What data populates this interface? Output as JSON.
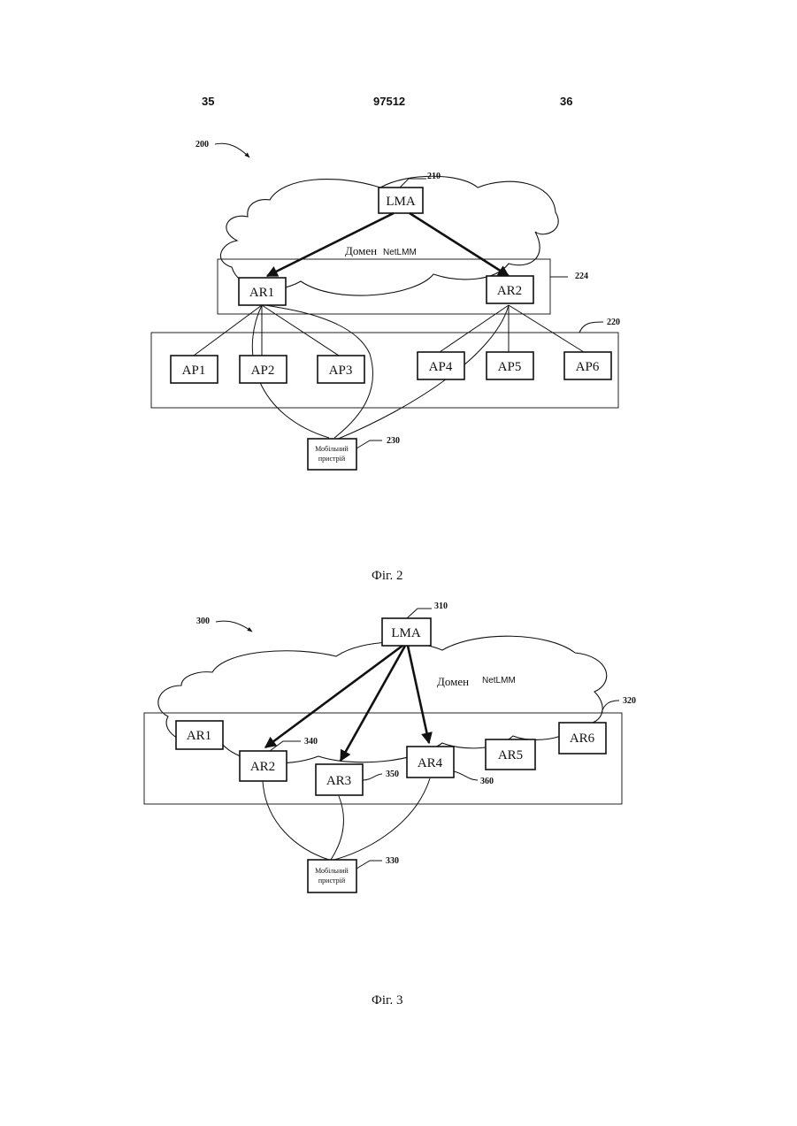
{
  "header": {
    "left": "35",
    "center": "97512",
    "right": "36"
  },
  "fig2": {
    "ref_main": "200",
    "ref_lma": "210",
    "ref_ar_frame": "224",
    "ref_ap_frame": "220",
    "ref_device": "230",
    "lma": "LMA",
    "domain_word": "Домен",
    "domain_name": "NetLMM",
    "ar": [
      "AR1",
      "AR2"
    ],
    "ap": [
      "AP1",
      "AP2",
      "AP3",
      "AP4",
      "AP5",
      "AP6"
    ],
    "device_line1": "Мобільний",
    "device_line2": "пристрій",
    "caption": "Фіг. 2"
  },
  "fig3": {
    "ref_main": "300",
    "ref_lma": "310",
    "ref_frame": "320",
    "ref_ar2": "340",
    "ref_ar3": "350",
    "ref_ar4": "360",
    "ref_device": "330",
    "lma": "LMA",
    "domain_word": "Домен",
    "domain_name": "NetLMM",
    "ar": [
      "AR1",
      "AR2",
      "AR3",
      "AR4",
      "AR5",
      "AR6"
    ],
    "device_line1": "Мобільний",
    "device_line2": "пристрій",
    "caption": "Фіг. 3"
  }
}
